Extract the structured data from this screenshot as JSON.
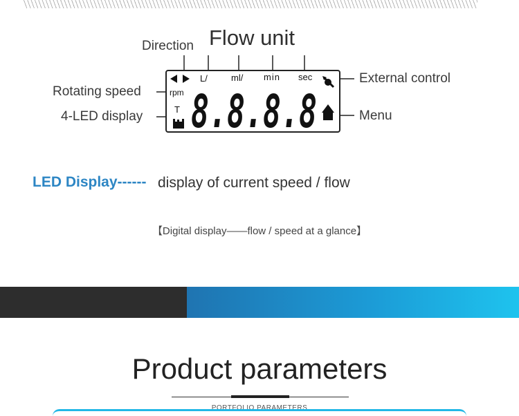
{
  "diagram": {
    "title": "Flow unit",
    "labels": {
      "direction": "Direction",
      "rotating_speed": "Rotating speed",
      "led_display": "4-LED display",
      "external_control": "External control",
      "menu": "Menu"
    },
    "lcd": {
      "units": [
        "L/",
        "ml/",
        "min",
        "sec"
      ],
      "rpm": "rpm",
      "t": "T",
      "digits": "8.8.8.8"
    }
  },
  "led": {
    "title": "LED Display------",
    "description": "display of current speed / flow"
  },
  "caption": "【Digital display——flow / speed at a glance】",
  "section": {
    "title": "Product parameters",
    "subtitle": "PORTFOLIO PARAMETERS"
  },
  "colors": {
    "accent_blue": "#2d86c4",
    "band_dark": "#2d2d2d",
    "band_blue_start": "#1f74b1",
    "band_blue_end": "#1ec3ee"
  }
}
